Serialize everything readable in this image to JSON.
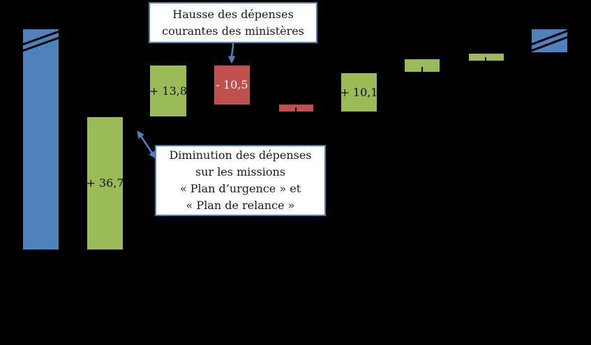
{
  "chart_data": {
    "type": "bar",
    "subtype": "waterfall",
    "title": "",
    "unit_hint": "Md€",
    "value_axis_visible": false,
    "category_axis_labels_visible": false,
    "background_color": "#000000",
    "palette": {
      "total": "#4F81BD",
      "increase": "#9BBB59",
      "decrease": "#C0504D"
    },
    "steps": [
      {
        "name": "total-start",
        "kind": "total",
        "label": "",
        "color": "#4F81BD",
        "axis_break": true
      },
      {
        "name": "step-1",
        "kind": "increase",
        "value": 36.7,
        "label": "+ 36,7",
        "color": "#9BBB59"
      },
      {
        "name": "step-2",
        "kind": "increase",
        "value": 13.8,
        "label": "+ 13,8",
        "color": "#9BBB59"
      },
      {
        "name": "step-3",
        "kind": "decrease",
        "value": -10.5,
        "label": "- 10,5",
        "color": "#C0504D"
      },
      {
        "name": "step-4",
        "kind": "decrease",
        "value": -1.9,
        "label": "",
        "color": "#C0504D"
      },
      {
        "name": "step-5",
        "kind": "increase",
        "value": 10.1,
        "label": "+ 10,1",
        "color": "#9BBB59"
      },
      {
        "name": "step-6",
        "kind": "increase",
        "value": 3.5,
        "label": "",
        "color": "#9BBB59"
      },
      {
        "name": "step-7",
        "kind": "increase",
        "value": 1.9,
        "label": "",
        "color": "#9BBB59"
      },
      {
        "name": "total-end",
        "kind": "total",
        "label": "",
        "color": "#4F81BD",
        "axis_break": true
      }
    ]
  },
  "annotations": {
    "hausse": {
      "text": "Hausse des dépenses\ncourantes des ministères",
      "points_to": "step-3",
      "border_color": "#4E80BC"
    },
    "diminution": {
      "text": "Diminution des dépenses\nsur les missions\n« Plan d’urgence » et\n« Plan de relance »",
      "points_to": "step-1",
      "border_color": "#4E80BC"
    }
  },
  "arrow_color": "#4E80BC"
}
